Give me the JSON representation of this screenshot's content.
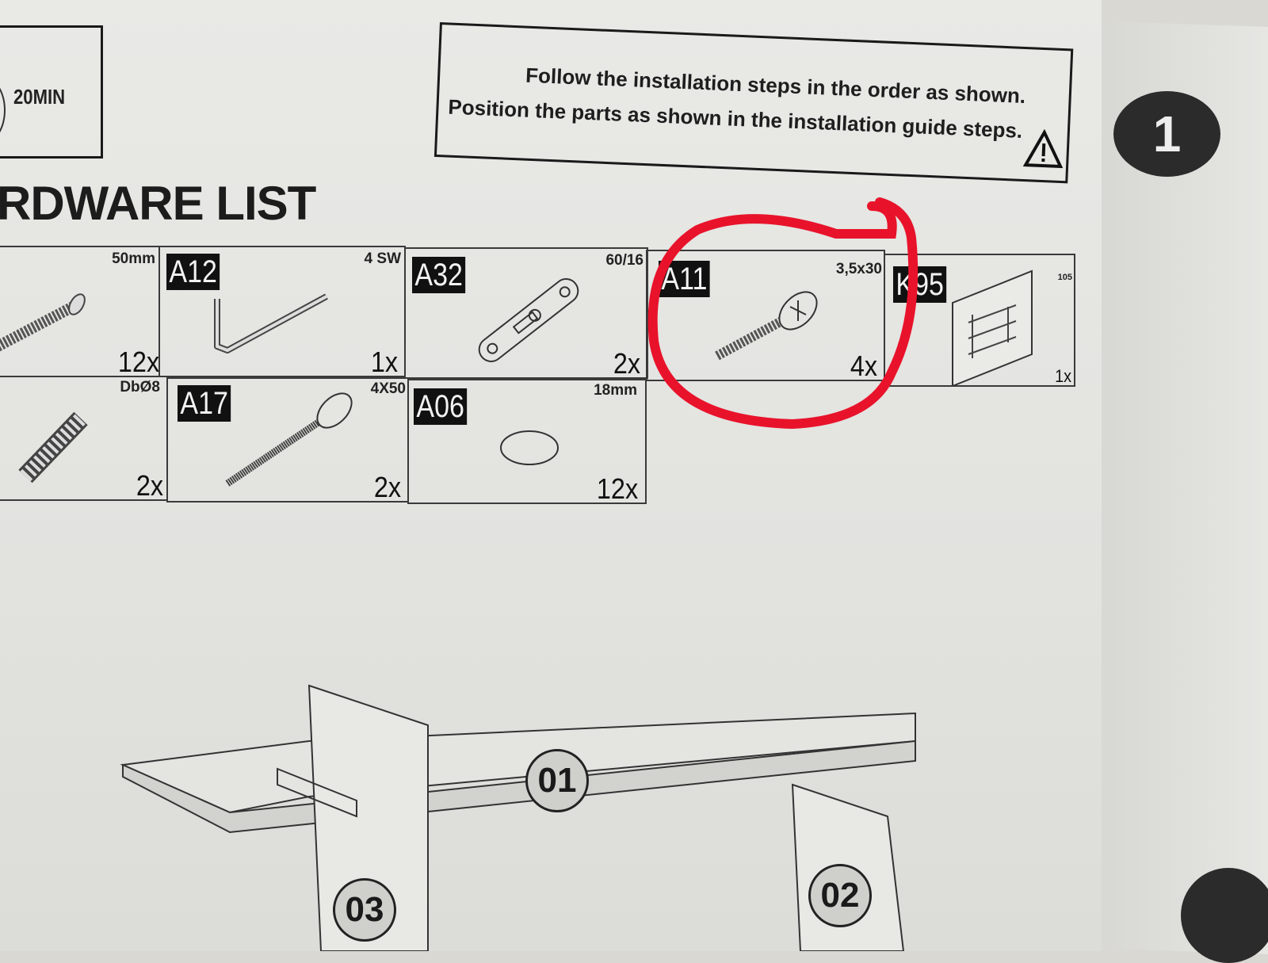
{
  "header": {
    "time_label": "20MIN",
    "warning_line1": "Follow the installation steps in the order as shown.",
    "warning_line2": "Position the parts as shown in the installation guide steps.",
    "warning_icon": "warning-triangle-icon"
  },
  "section_title": "RDWARE LIST",
  "step_number": "1",
  "hardware": {
    "row1": [
      {
        "code": "",
        "spec": "50mm",
        "qty": "12x",
        "icon": "bolt-icon"
      },
      {
        "code": "A12",
        "spec": "4 SW",
        "qty": "1x",
        "icon": "allen-key-icon"
      },
      {
        "code": "A32",
        "spec": "60/16",
        "qty": "2x",
        "icon": "keyhole-bracket-icon"
      },
      {
        "code": "A11",
        "spec": "3,5x30",
        "qty": "4x",
        "icon": "wood-screw-icon"
      },
      {
        "code": "K95",
        "spec": "105",
        "qty": "1x",
        "icon": "template-sheet-icon"
      }
    ],
    "row2": [
      {
        "code": "",
        "spec": "DbØ8",
        "qty": "2x",
        "icon": "wall-plug-icon"
      },
      {
        "code": "A17",
        "spec": "4X50",
        "qty": "2x",
        "icon": "long-screw-icon"
      },
      {
        "code": "A06",
        "spec": "18mm",
        "qty": "12x",
        "icon": "cap-cover-icon"
      }
    ]
  },
  "annotation": {
    "color": "#e8132b",
    "highlighted_code": "A11"
  },
  "assembly": {
    "parts": [
      "01",
      "02",
      "03"
    ]
  }
}
